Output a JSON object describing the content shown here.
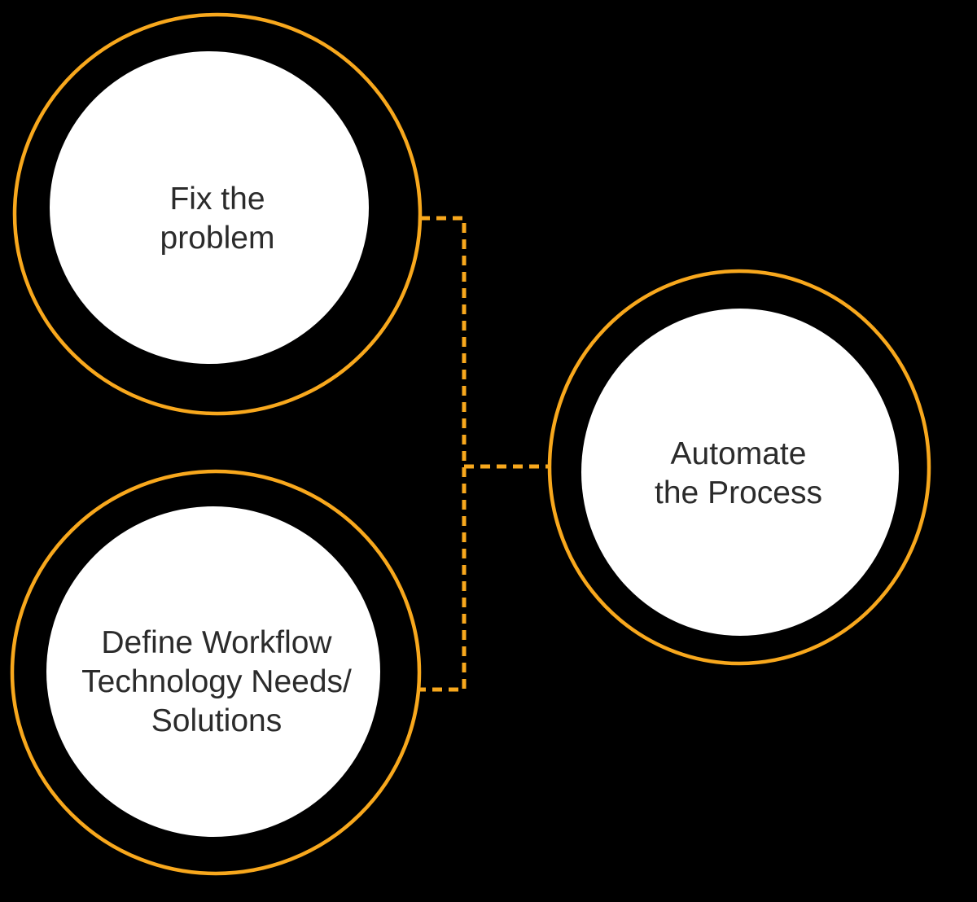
{
  "diagram": {
    "type": "process-diagram",
    "colors": {
      "background": "#000000",
      "accent": "#F8A81D",
      "node_fill": "#FFFFFF",
      "text": "#2B2B2B"
    },
    "nodes": [
      {
        "id": "fix-the-problem",
        "lines": [
          "Fix the",
          "problem"
        ]
      },
      {
        "id": "define-workflow-technology-needs-solutions",
        "lines": [
          "Define Workflow",
          "Technology Needs/",
          "Solutions"
        ]
      },
      {
        "id": "automate-the-process",
        "lines": [
          "Automate",
          "the Process"
        ]
      }
    ],
    "connections": [
      {
        "from": "fix-the-problem",
        "to": "automate-the-process",
        "style": "dashed"
      },
      {
        "from": "define-workflow-technology-needs-solutions",
        "to": "automate-the-process",
        "style": "dashed"
      }
    ]
  }
}
